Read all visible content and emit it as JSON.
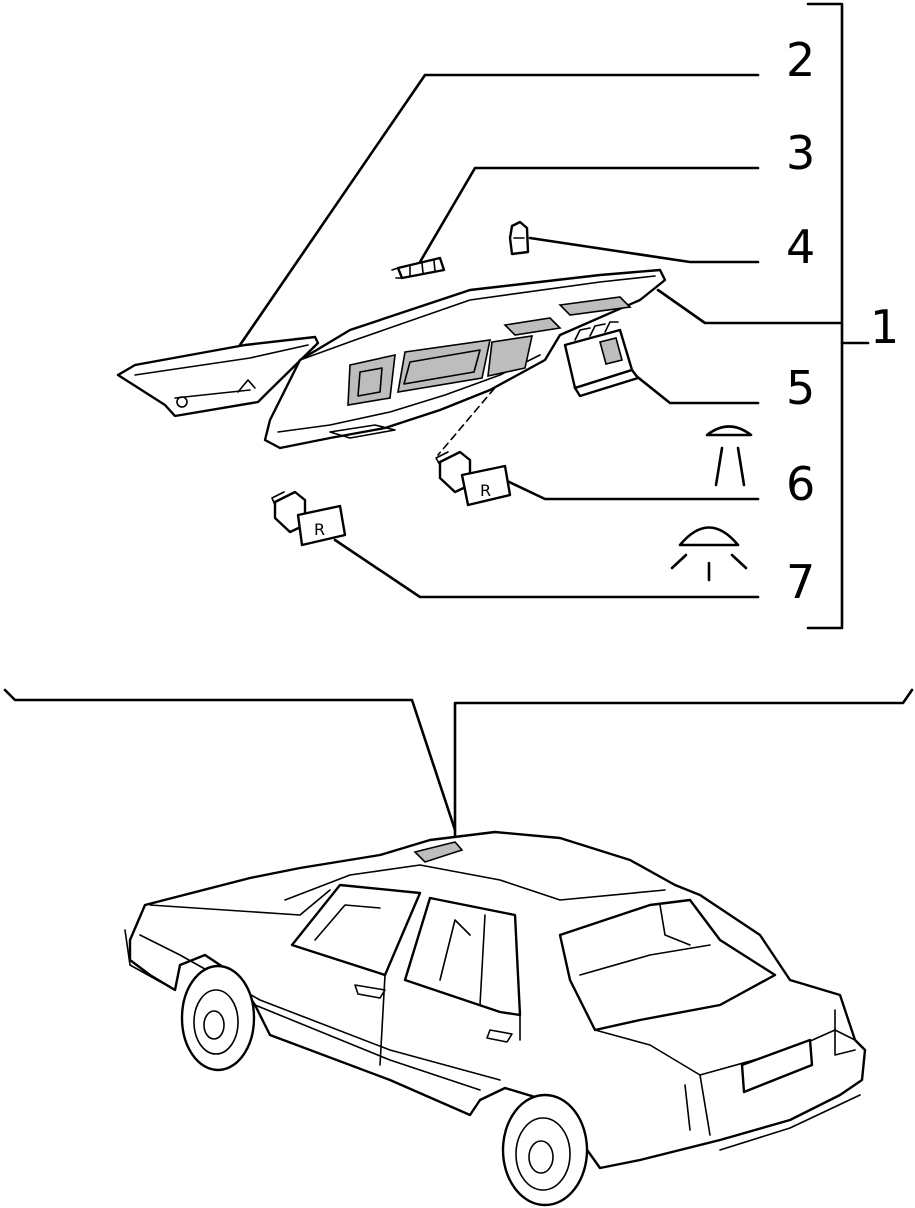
{
  "callouts": [
    {
      "id": "1",
      "label": "1"
    },
    {
      "id": "2",
      "label": "2"
    },
    {
      "id": "3",
      "label": "3"
    },
    {
      "id": "4",
      "label": "4"
    },
    {
      "id": "5",
      "label": "5"
    },
    {
      "id": "6",
      "label": "6"
    },
    {
      "id": "7",
      "label": "7"
    }
  ],
  "switch_marks": {
    "part6": "R",
    "part7": "R"
  },
  "icons": [
    "spot-lamp-icon",
    "dome-lamp-icon"
  ]
}
